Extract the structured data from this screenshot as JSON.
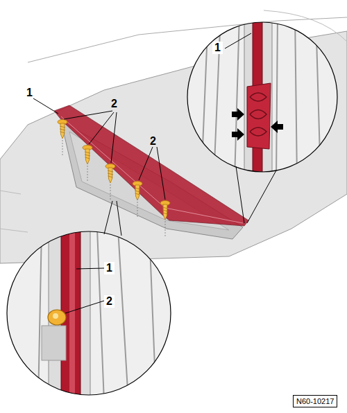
{
  "diagram": {
    "nodes": [
      {
        "text": [
          "N60-10217"
        ]
      }
    ],
    "edges": [],
    "labels": [
      "1",
      "2",
      "2",
      "1",
      "1",
      "2"
    ]
  }
}
